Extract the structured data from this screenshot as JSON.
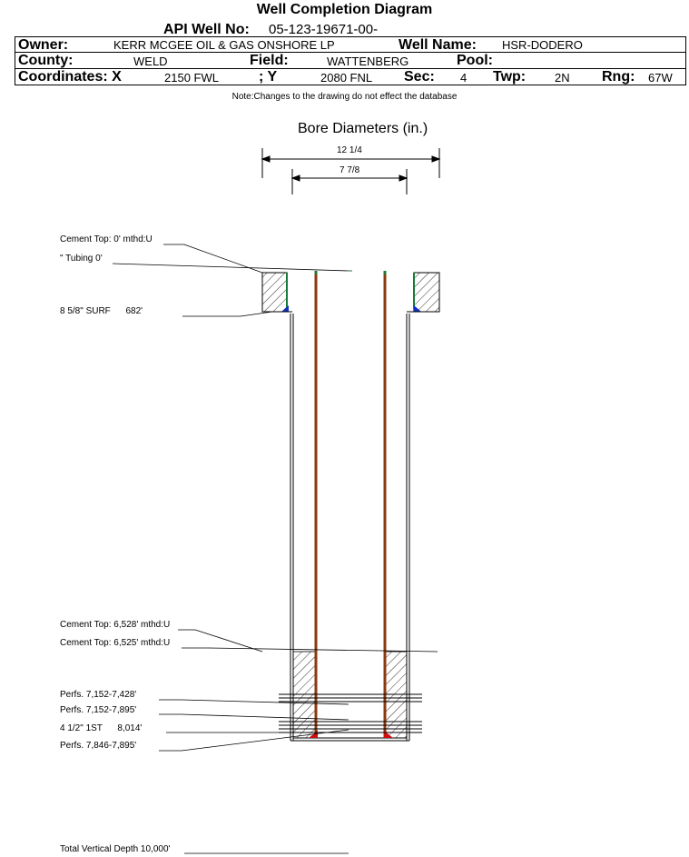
{
  "header": {
    "title": "Well Completion Diagram",
    "api_label": "API Well No:",
    "api_value": "05-123-19671-00-",
    "owner_label": "Owner:",
    "owner_value": "KERR MCGEE OIL & GAS ONSHORE LP",
    "wellname_label": "Well Name:",
    "wellname_value": "HSR-DODERO",
    "county_label": "County:",
    "county_value": "WELD",
    "field_label": "Field:",
    "field_value": "WATTENBERG",
    "pool_label": "Pool:",
    "pool_value": "",
    "coordx_label": "Coordinates: X",
    "coordx_value": "2150 FWL",
    "coordy_label": "; Y",
    "coordy_value": "2080 FNL",
    "sec_label": "Sec:",
    "sec_value": "4",
    "twp_label": "Twp:",
    "twp_value": "2N",
    "rng_label": "Rng:",
    "rng_value": "67W"
  },
  "note": "Note:Changes to the drawing do not effect the database",
  "bore": {
    "title": "Bore Diameters (in.)",
    "outer": "12 1/4",
    "inner": "7 7/8"
  },
  "labels": {
    "cement_top_0": "Cement Top: 0' mthd:U",
    "tubing": "\" Tubing 0'",
    "surf": "8 5/8\" SURF      682'",
    "cement_top_6528": "Cement Top: 6,528' mthd:U",
    "cement_top_6525": "Cement Top: 6,525' mthd:U",
    "perfs_1": "Perfs. 7,152-7,428'",
    "perfs_2": "Perfs. 7,152-7,895'",
    "prod": "4 1/2\" 1ST      8,014'",
    "perfs_3": "Perfs. 7,846-7,895'",
    "tvd": "Total Vertical Depth 10,000'"
  },
  "colors": {
    "tubing": "#8B3A0F",
    "green": "#1a7a3a",
    "blue": "#1030c0",
    "red": "#cc1010"
  }
}
